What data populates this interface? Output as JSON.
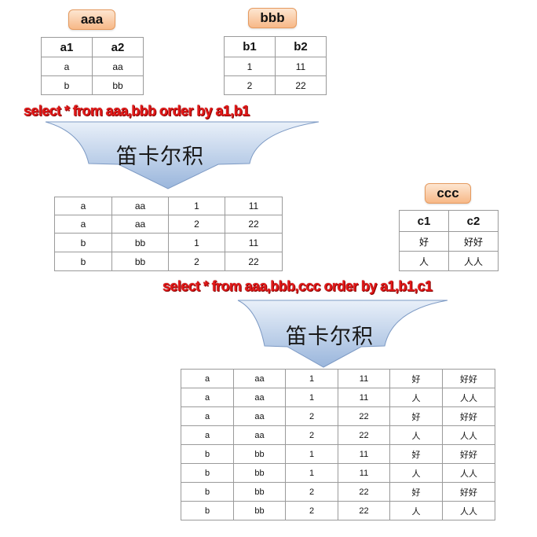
{
  "table_aaa": {
    "label": "aaa",
    "headers": [
      "a1",
      "a2"
    ],
    "rows": [
      [
        "a",
        "aa"
      ],
      [
        "b",
        "bb"
      ]
    ]
  },
  "table_bbb": {
    "label": "bbb",
    "headers": [
      "b1",
      "b2"
    ],
    "rows": [
      [
        "1",
        "11"
      ],
      [
        "2",
        "22"
      ]
    ]
  },
  "sql1": "select * from aaa,bbb order by a1,b1",
  "arrow1_label": "笛卡尔积",
  "result1": {
    "rows": [
      [
        "a",
        "aa",
        "1",
        "11"
      ],
      [
        "a",
        "aa",
        "2",
        "22"
      ],
      [
        "b",
        "bb",
        "1",
        "11"
      ],
      [
        "b",
        "bb",
        "2",
        "22"
      ]
    ]
  },
  "table_ccc": {
    "label": "ccc",
    "headers": [
      "c1",
      "c2"
    ],
    "rows": [
      [
        "好",
        "好好"
      ],
      [
        "人",
        "人人"
      ]
    ]
  },
  "sql2": "select * from aaa,bbb,ccc order by a1,b1,c1",
  "arrow2_label": "笛卡尔积",
  "result2": {
    "rows": [
      [
        "a",
        "aa",
        "1",
        "11",
        "好",
        "好好"
      ],
      [
        "a",
        "aa",
        "1",
        "11",
        "人",
        "人人"
      ],
      [
        "a",
        "aa",
        "2",
        "22",
        "好",
        "好好"
      ],
      [
        "a",
        "aa",
        "2",
        "22",
        "人",
        "人人"
      ],
      [
        "b",
        "bb",
        "1",
        "11",
        "好",
        "好好"
      ],
      [
        "b",
        "bb",
        "1",
        "11",
        "人",
        "人人"
      ],
      [
        "b",
        "bb",
        "2",
        "22",
        "好",
        "好好"
      ],
      [
        "b",
        "bb",
        "2",
        "22",
        "人",
        "人人"
      ]
    ]
  },
  "colors": {
    "sql_text": "#e31818",
    "label_fill": "#f7b887",
    "arrow_fill": "#9ab6dc"
  }
}
